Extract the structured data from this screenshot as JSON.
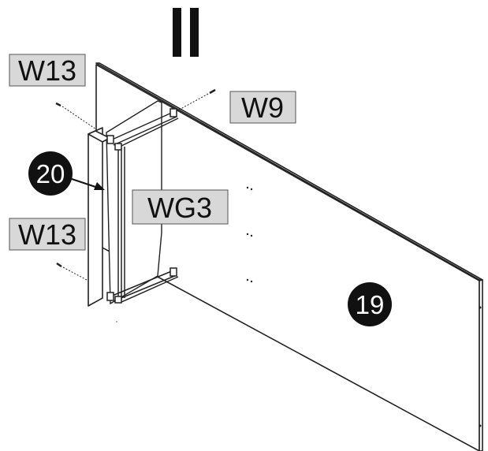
{
  "step": {
    "numeral": "II"
  },
  "labels": {
    "w13_top": "W13",
    "w9": "W9",
    "wg3": "WG3",
    "w13_bottom": "W13"
  },
  "parts": {
    "part_20": "20",
    "part_19": "19"
  },
  "colors": {
    "label_fill": "#d8d8d8",
    "badge_fill": "#111111",
    "line": "#222222"
  }
}
